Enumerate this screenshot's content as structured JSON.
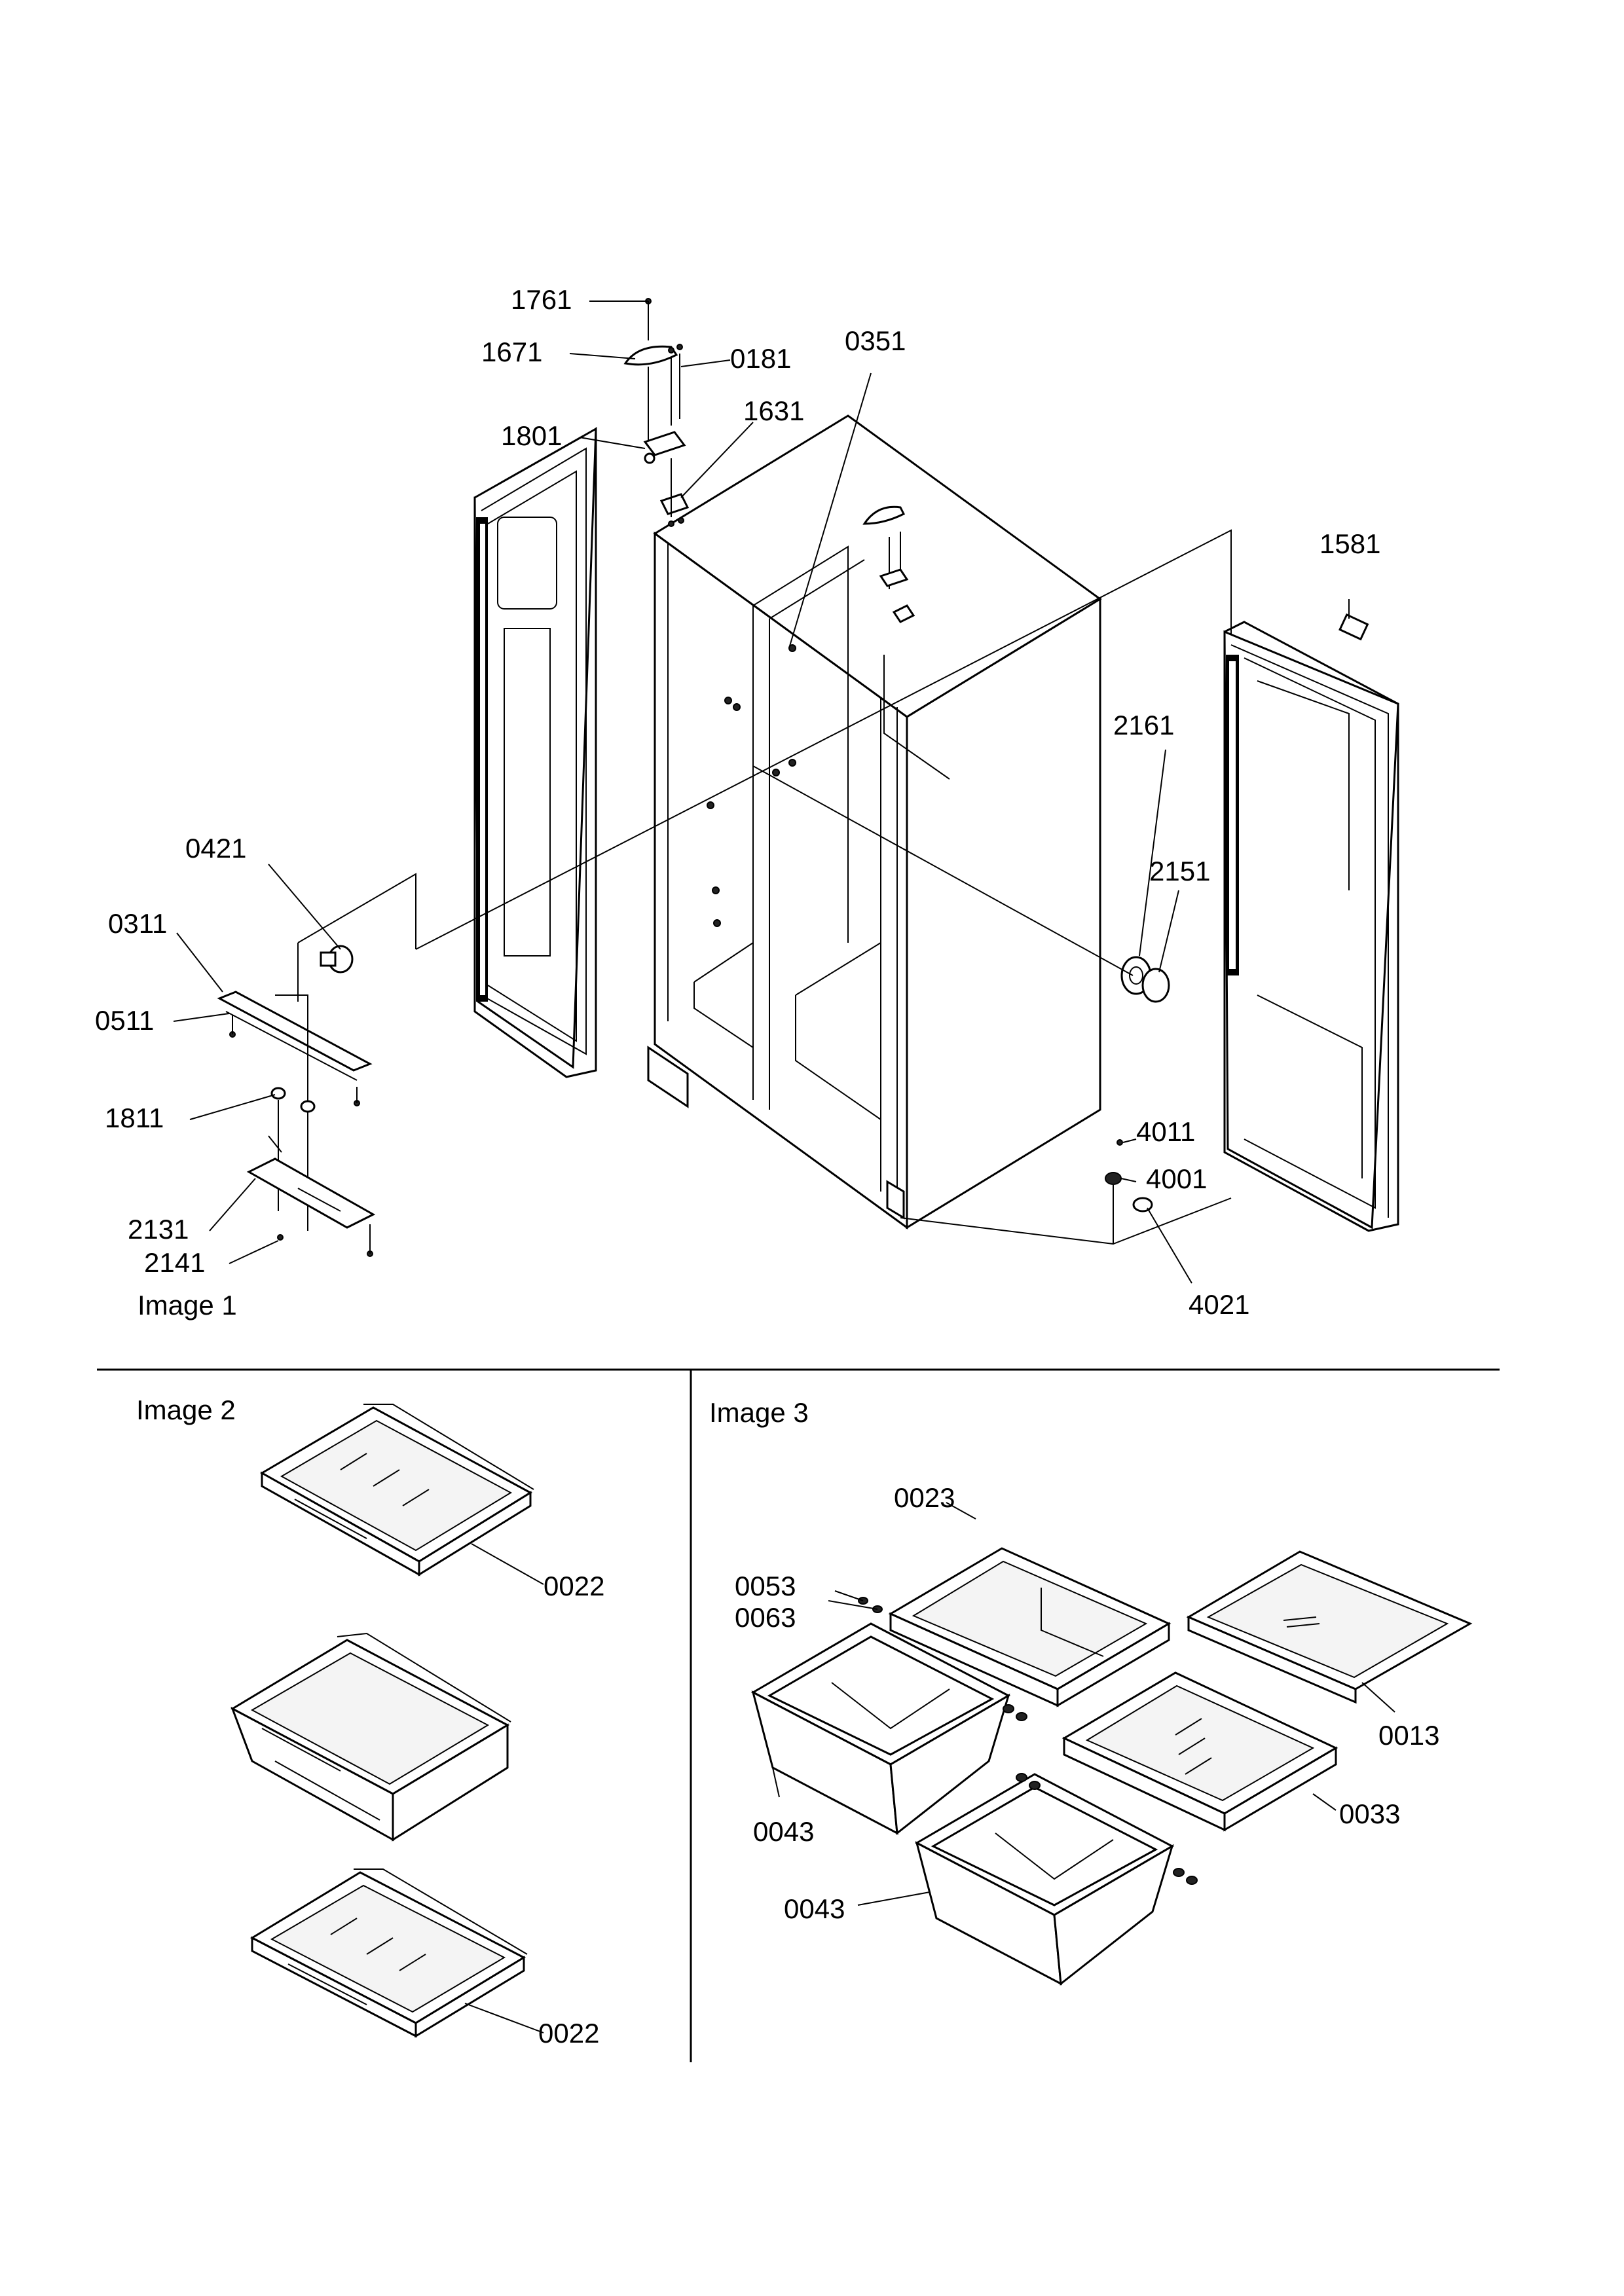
{
  "image_labels": {
    "image1": "Image 1",
    "image2": "Image 2",
    "image3": "Image 3"
  },
  "callouts": {
    "c1761": "1761",
    "c1671": "1671",
    "c0181": "0181",
    "c0351": "0351",
    "c1631": "1631",
    "c1801": "1801",
    "c1581": "1581",
    "c2161": "2161",
    "c0421": "0421",
    "c2151": "2151",
    "c0311": "0311",
    "c0511": "0511",
    "c1811": "1811",
    "c4011": "4011",
    "c4001": "4001",
    "c2131": "2131",
    "c2141": "2141",
    "c4021": "4021",
    "c0022a": "0022",
    "c0022b": "0022",
    "c0023": "0023",
    "c0053": "0053",
    "c0063": "0063",
    "c0013": "0013",
    "c0043a": "0043",
    "c0033": "0033",
    "c0043b": "0043"
  },
  "colors": {
    "line": "#000000",
    "background": "#ffffff"
  }
}
